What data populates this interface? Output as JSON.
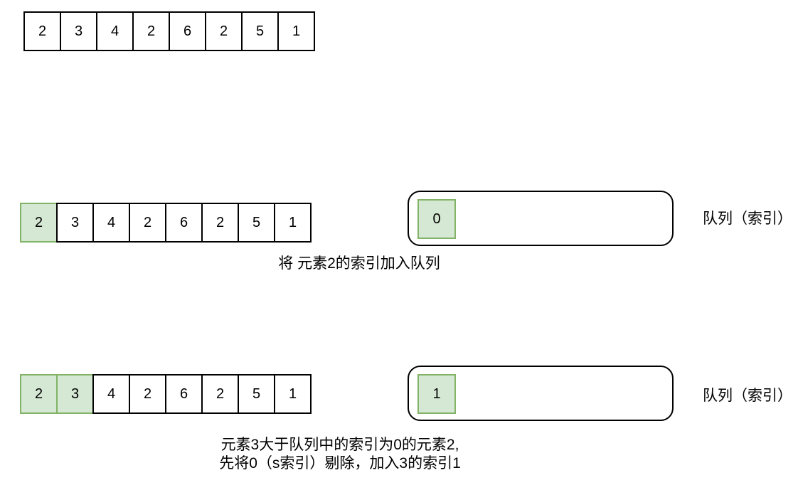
{
  "array_initial": {
    "cells": [
      "2",
      "3",
      "4",
      "2",
      "6",
      "2",
      "5",
      "1"
    ]
  },
  "step1": {
    "cells": [
      "2",
      "3",
      "4",
      "2",
      "6",
      "2",
      "5",
      "1"
    ],
    "highlight_count": 1,
    "queue": [
      "0"
    ],
    "queue_label": "队列（索引）",
    "caption": "将 元素2的索引加入队列"
  },
  "step2": {
    "cells": [
      "2",
      "3",
      "4",
      "2",
      "6",
      "2",
      "5",
      "1"
    ],
    "highlight_count": 2,
    "queue": [
      "1"
    ],
    "queue_label": "队列（索引）",
    "caption_line1": "元素3大于队列中的索引为0的元素2,",
    "caption_line2": "先将0（s索引）剔除，加入3的索引1"
  },
  "colors": {
    "highlight_fill": "#d5e8d4",
    "highlight_border": "#82b366",
    "cell_border": "#000000",
    "background": "#ffffff"
  }
}
